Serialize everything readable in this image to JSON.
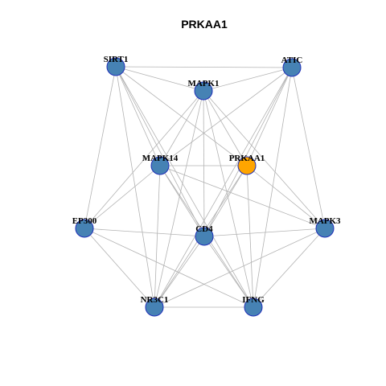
{
  "title": "PRKAA1",
  "colors": {
    "node_default": "#4682b4",
    "node_highlight": "#ffa500",
    "node_border": "#1f2fb8",
    "edge": "#b3b3b3"
  },
  "nodes": [
    {
      "id": "SIRT1",
      "label": "SIRT1",
      "highlight": false
    },
    {
      "id": "ATIC",
      "label": "ATIC",
      "highlight": false
    },
    {
      "id": "MAPK1",
      "label": "MAPK1",
      "highlight": false
    },
    {
      "id": "MAPK14",
      "label": "MAPK14",
      "highlight": false
    },
    {
      "id": "PRKAA1",
      "label": "PRKAA1",
      "highlight": true
    },
    {
      "id": "EP300",
      "label": "EP300",
      "highlight": false
    },
    {
      "id": "CD4",
      "label": "CD4",
      "highlight": false
    },
    {
      "id": "MAPK3",
      "label": "MAPK3",
      "highlight": false
    },
    {
      "id": "NR3C1",
      "label": "NR3C1",
      "highlight": false
    },
    {
      "id": "IFNG",
      "label": "IFNG",
      "highlight": false
    }
  ],
  "edges": [
    [
      "SIRT1",
      "ATIC"
    ],
    [
      "SIRT1",
      "MAPK1"
    ],
    [
      "SIRT1",
      "MAPK14"
    ],
    [
      "SIRT1",
      "PRKAA1"
    ],
    [
      "SIRT1",
      "EP300"
    ],
    [
      "SIRT1",
      "CD4"
    ],
    [
      "SIRT1",
      "NR3C1"
    ],
    [
      "SIRT1",
      "IFNG"
    ],
    [
      "ATIC",
      "MAPK1"
    ],
    [
      "ATIC",
      "MAPK14"
    ],
    [
      "ATIC",
      "PRKAA1"
    ],
    [
      "ATIC",
      "CD4"
    ],
    [
      "ATIC",
      "MAPK3"
    ],
    [
      "ATIC",
      "NR3C1"
    ],
    [
      "ATIC",
      "IFNG"
    ],
    [
      "MAPK1",
      "MAPK14"
    ],
    [
      "MAPK1",
      "PRKAA1"
    ],
    [
      "MAPK1",
      "EP300"
    ],
    [
      "MAPK1",
      "CD4"
    ],
    [
      "MAPK1",
      "MAPK3"
    ],
    [
      "MAPK1",
      "NR3C1"
    ],
    [
      "MAPK1",
      "IFNG"
    ],
    [
      "MAPK14",
      "PRKAA1"
    ],
    [
      "MAPK14",
      "EP300"
    ],
    [
      "MAPK14",
      "CD4"
    ],
    [
      "MAPK14",
      "MAPK3"
    ],
    [
      "MAPK14",
      "NR3C1"
    ],
    [
      "MAPK14",
      "IFNG"
    ],
    [
      "PRKAA1",
      "CD4"
    ],
    [
      "PRKAA1",
      "MAPK3"
    ],
    [
      "PRKAA1",
      "NR3C1"
    ],
    [
      "PRKAA1",
      "IFNG"
    ],
    [
      "EP300",
      "CD4"
    ],
    [
      "EP300",
      "NR3C1"
    ],
    [
      "EP300",
      "IFNG"
    ],
    [
      "CD4",
      "MAPK3"
    ],
    [
      "CD4",
      "NR3C1"
    ],
    [
      "CD4",
      "IFNG"
    ],
    [
      "MAPK3",
      "NR3C1"
    ],
    [
      "MAPK3",
      "IFNG"
    ],
    [
      "NR3C1",
      "IFNG"
    ]
  ]
}
